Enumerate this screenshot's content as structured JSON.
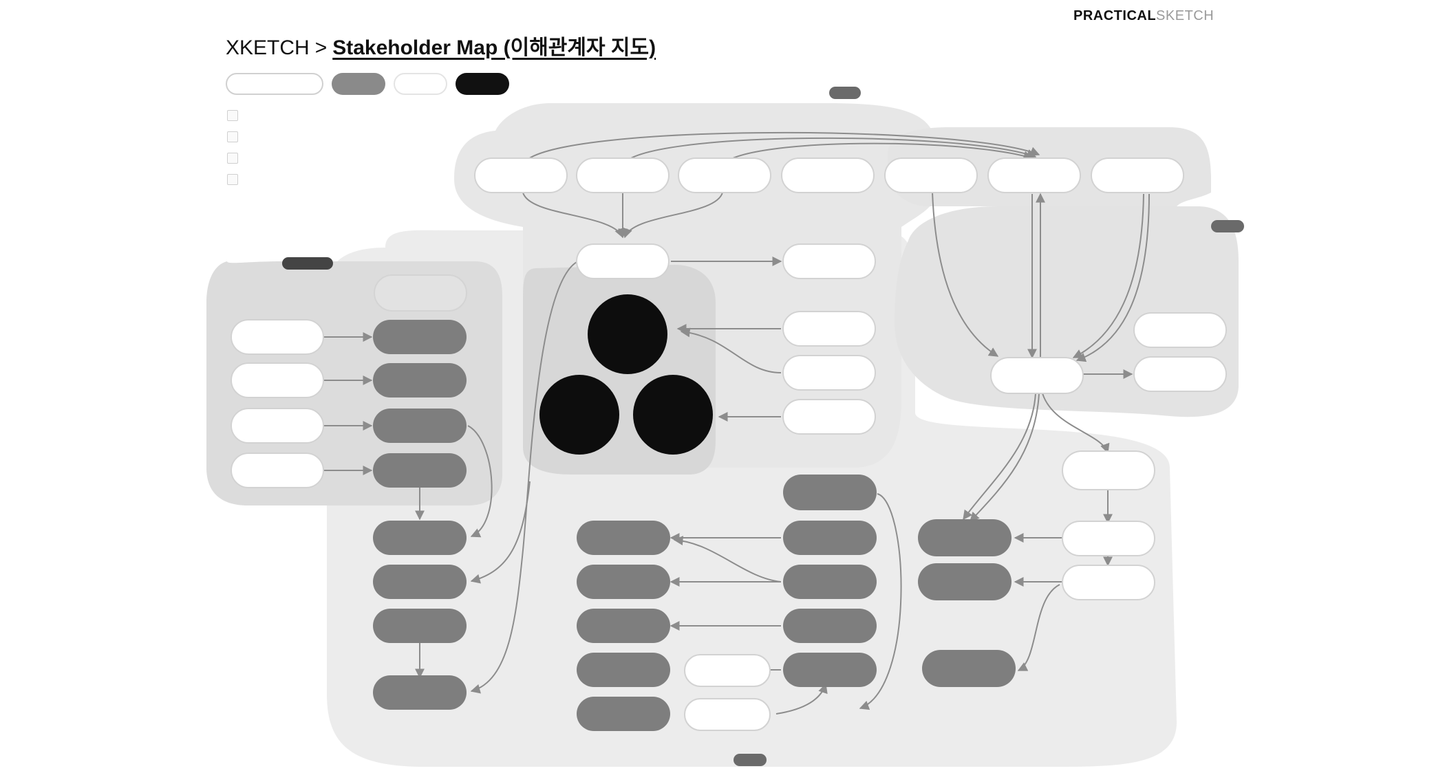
{
  "brand": {
    "bold": "PRACTICAL",
    "light": "SKETCH"
  },
  "breadcrumb": {
    "root": "XKETCH",
    "separator": ">",
    "title": "Stakeholder Map (이해관계자 지도)"
  },
  "colors": {
    "region_top": "#e9e9e9",
    "region_main": "#ececec",
    "region_right": "#eaeaea",
    "region_left": "#dedede",
    "region_core": "#d6d6d6",
    "node_light_fill": "#ffffff",
    "node_light_stroke": "#d2d2d2",
    "node_dark_fill": "#7e7e7e",
    "node_black_fill": "#0d0d0d",
    "edge": "#8c8c8c",
    "tag_fill": "#6a6a6a"
  }
}
